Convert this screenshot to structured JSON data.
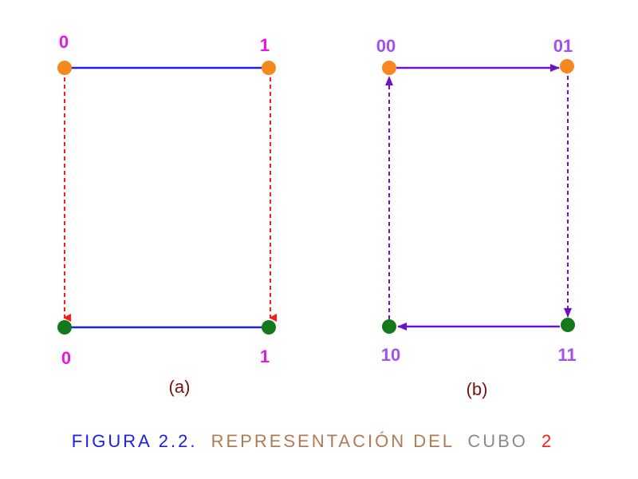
{
  "colors": {
    "solid_line": "#1a22e0",
    "dashed_red": "#ff1a1a",
    "purple_line": "#6a14c8",
    "node_top": "#f5891f",
    "node_bottom": "#127a1c",
    "label_a": "#e817e8",
    "label_b": "#a64ff0",
    "subcaption": "#7a1010",
    "caption_blue": "#1a22e0",
    "caption_brown": "#b07a55",
    "caption_gray": "#8a8a8a",
    "caption_red": "#ff1a1a"
  },
  "diagram_a": {
    "labels": {
      "top_left": "0",
      "top_right": "1",
      "bottom_left": "0",
      "bottom_right": "1"
    },
    "caption": "(a)"
  },
  "diagram_b": {
    "labels": {
      "top_left": "00",
      "top_right": "01",
      "bottom_left": "10",
      "bottom_right": "11"
    },
    "caption": "(b)"
  },
  "figure_caption": {
    "part1": "FIGURA 2.2.",
    "part2": "REPRESENTACIÓN DEL",
    "part3": "CUBO",
    "part4": "2"
  }
}
